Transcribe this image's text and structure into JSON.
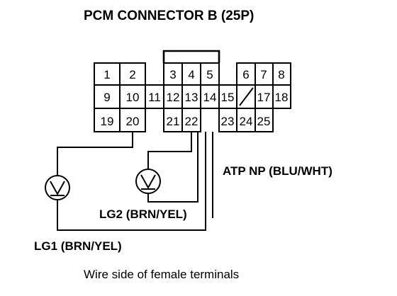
{
  "title": "PCM CONNECTOR B (25P)",
  "caption": "Wire side of female terminals",
  "labels": {
    "atp": "ATP NP (BLU/WHT)",
    "lg2": "LG2 (BRN/YEL)",
    "lg1": "LG1 (BRN/YEL)"
  },
  "connector": {
    "pins": [
      "1",
      "2",
      "3",
      "4",
      "5",
      "6",
      "7",
      "8",
      "9",
      "10",
      "11",
      "12",
      "13",
      "14",
      "15",
      "17",
      "18",
      "19",
      "20",
      "21",
      "22",
      "23",
      "24",
      "25"
    ]
  }
}
